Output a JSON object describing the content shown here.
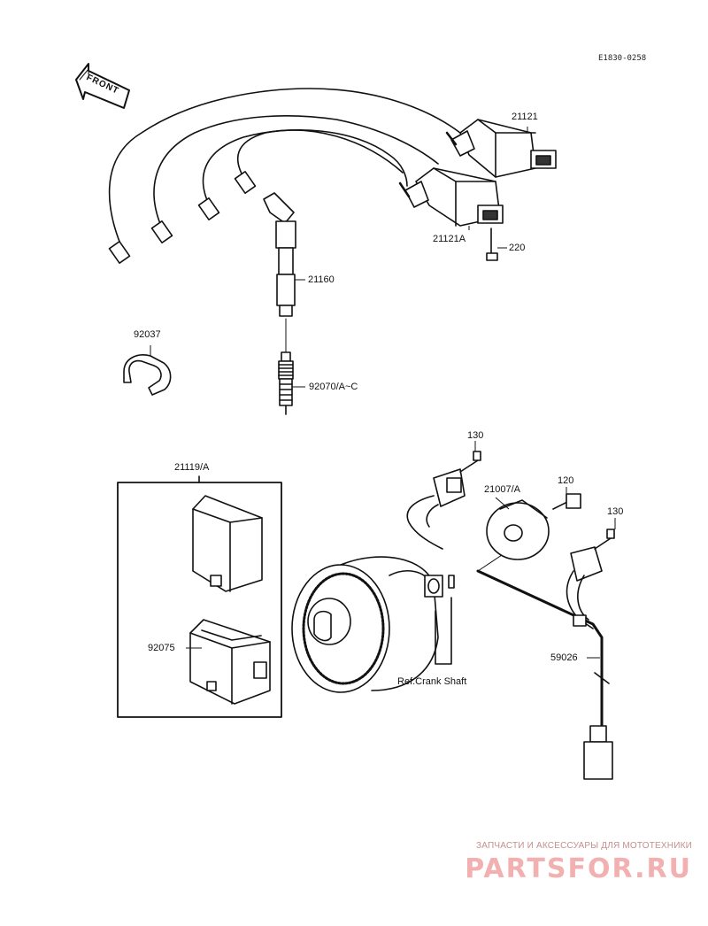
{
  "diagram_code": "E1830-0258",
  "front_label": "FRONT",
  "parts": {
    "p21121": "21121",
    "p21121A": "21121A",
    "p220": "220",
    "p21160": "21160",
    "p92037": "92037",
    "p92070": "92070/A~C",
    "p21119": "21119/A",
    "p92075": "92075",
    "p130a": "130",
    "p21007": "21007/A",
    "p120": "120",
    "p130b": "130",
    "p59026": "59026",
    "ref_crank": "Ref.Crank Shaft"
  },
  "watermark": {
    "tagline": "ЗАПЧАСТИ И АКСЕССУАРЫ ДЛЯ МОТОТЕХНИКИ",
    "logo": "PARTSFOR.RU"
  }
}
